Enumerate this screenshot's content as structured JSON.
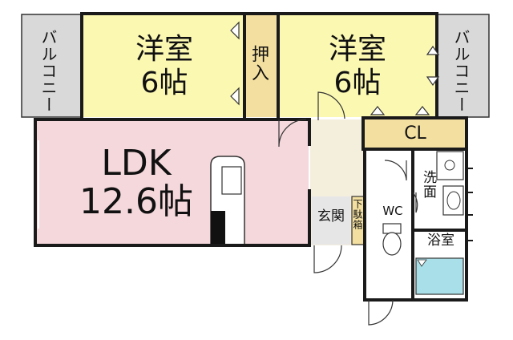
{
  "floorplan": {
    "balcony_left": "バルコニー",
    "balcony_right": "バルコニー",
    "room_west": {
      "name": "洋室",
      "size": "6帖"
    },
    "closet_oshiire": "押入",
    "room_east": {
      "name": "洋室",
      "size": "6帖"
    },
    "cl": "CL",
    "ldk": {
      "name": "LDK",
      "size": "12.6帖"
    },
    "genkan": "玄関",
    "shoe_box": "下駄箱",
    "wc": "WC",
    "washroom": "洗面",
    "bathroom": "浴室"
  },
  "colors": {
    "western_room": "#fbf8b2",
    "ldk": "#f5d8dc",
    "storage": "#f3dfa0",
    "entrance": "#f4eedd",
    "balcony": "#d9d9d9",
    "wet_area": "#ffffff",
    "bath_tub": "#a8dfe8",
    "wall": "#1a1a1a"
  }
}
